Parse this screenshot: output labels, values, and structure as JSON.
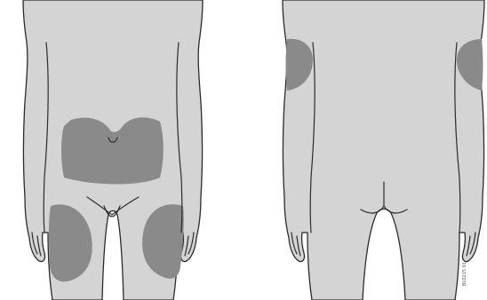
{
  "figure": {
    "views": [
      "front",
      "back"
    ],
    "shading": {
      "body_fill": "#d4d4d4",
      "injection_zone_fill": "#8a8a8a",
      "outline": "#2b2b2b"
    },
    "front_zones": [
      "abdomen",
      "left-thigh",
      "right-thigh"
    ],
    "back_zones": [
      "left-upper-arm",
      "right-upper-arm"
    ],
    "image_code": "BL0215 01"
  }
}
